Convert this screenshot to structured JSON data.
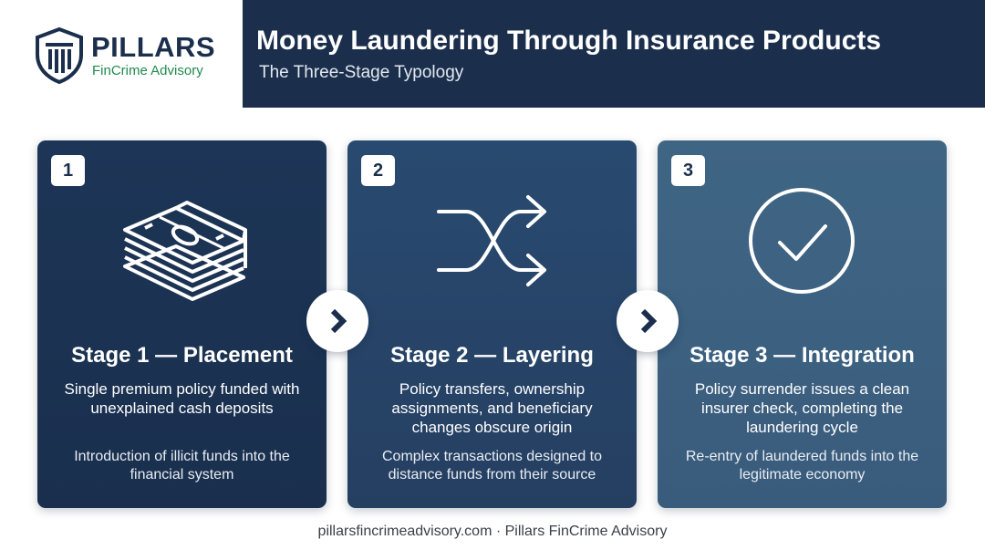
{
  "brand": {
    "name": "PILLARS",
    "subtitle": "FinCrime Advisory"
  },
  "header": {
    "title": "Money Laundering Through Insurance Products",
    "subtitle": "The Three-Stage Typology"
  },
  "stages": [
    {
      "number": "1",
      "title": "Stage 1 — Placement",
      "description": "Single premium policy funded with unexplained cash deposits",
      "note": "Introduction of illicit funds into the financial system",
      "icon": "cash-stack-icon"
    },
    {
      "number": "2",
      "title": "Stage 2 — Layering",
      "description": "Policy transfers, ownership assignments, and beneficiary changes obscure origin",
      "note": "Complex transactions designed to distance funds from their source",
      "icon": "shuffle-icon"
    },
    {
      "number": "3",
      "title": "Stage 3 — Integration",
      "description": "Policy surrender issues a clean insurer check, completing the laundering cycle",
      "note": "Re-entry of laundered funds into the legitimate economy",
      "icon": "check-circle-icon"
    }
  ],
  "footer": "pillarsfincrimeadvisory.com · Pillars FinCrime Advisory",
  "colors": {
    "navy": "#1b2f4d",
    "green": "#1f8a4c",
    "card1": "#1d3556",
    "card2": "#294a70",
    "card3": "#3f6585"
  }
}
